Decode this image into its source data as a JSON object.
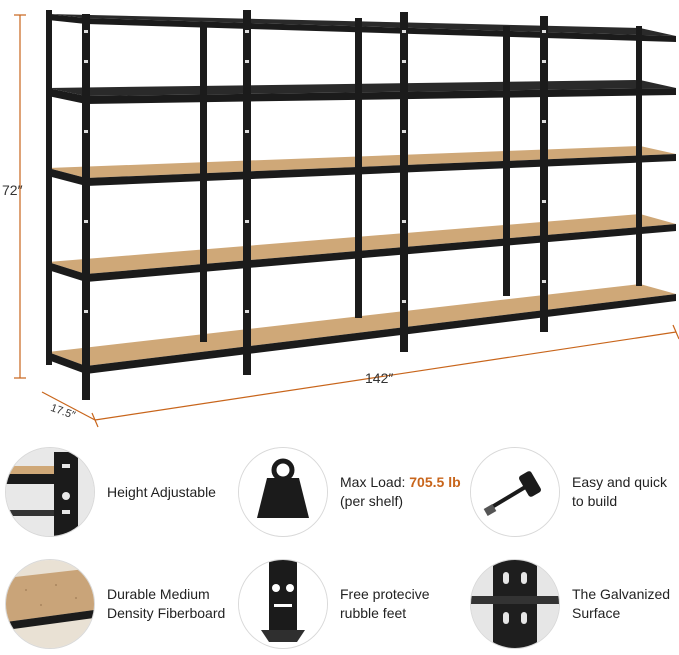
{
  "dimensions": {
    "height": "72″",
    "width": "142″",
    "depth": "17.5″"
  },
  "colors": {
    "accent": "#c8651b",
    "frame": "#1b1b1b",
    "board": "#cfa878"
  },
  "features": [
    {
      "icon": "shelf-corner-icon",
      "label": "Height Adjustable"
    },
    {
      "icon": "weight-icon",
      "label_prefix": "Max Load: ",
      "label_value": "705.5 lb",
      "label_suffix": "(per shelf)"
    },
    {
      "icon": "rubber-mallet-icon",
      "label_line1": "Easy and quick",
      "label_line2": "to build"
    },
    {
      "icon": "fiberboard-icon",
      "label_line1": "Durable Medium",
      "label_line2": "Density Fiberboard"
    },
    {
      "icon": "shelf-foot-icon",
      "label_line1": "Free protecive",
      "label_line2": "rubble feet"
    },
    {
      "icon": "galvanized-post-icon",
      "label_line1": "The Galvanized",
      "label_line2": "Surface"
    }
  ]
}
